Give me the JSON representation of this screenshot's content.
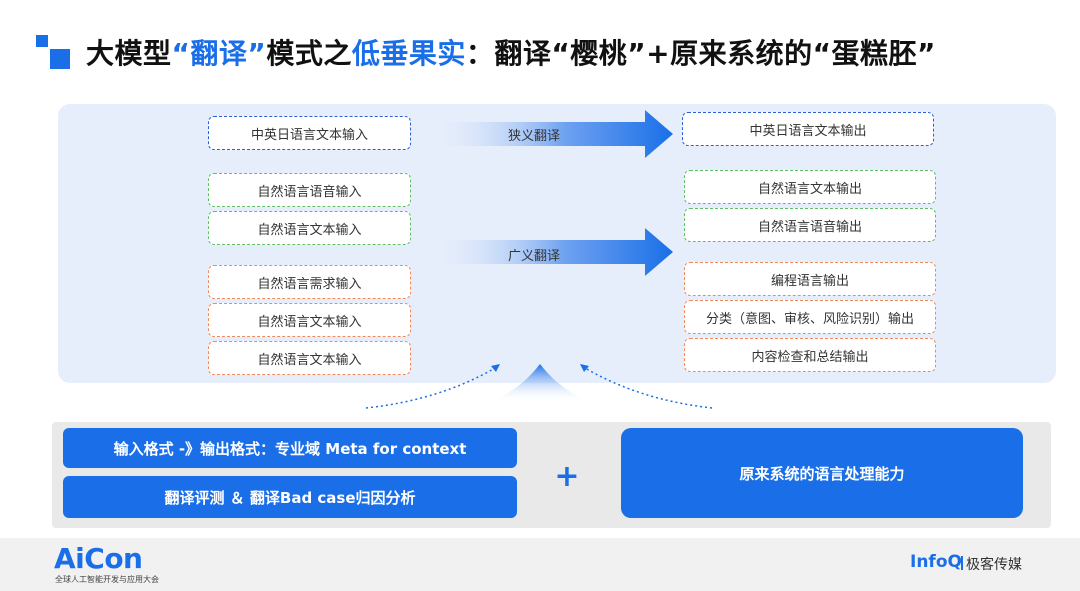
{
  "title": {
    "part1": "大模型",
    "part2": "“翻译”",
    "part3": "模式之",
    "part4": "低垂果实",
    "part5": "：翻译“樱桃”+原来系统的“蛋糕胚”"
  },
  "colors": {
    "accent": "#1a6fe8",
    "blue_border": "#2b5fd9",
    "green_border": "#5fbf6a",
    "orange_border": "#f08a5d",
    "panel_bg": "#e6eefb"
  },
  "narrow": {
    "input": "中英日语言文本输入",
    "arrow_label": "狭义翻译",
    "output": "中英日语言文本输出"
  },
  "broad": {
    "arrow_label": "广义翻译",
    "inputs": [
      "自然语言语音输入",
      "自然语言文本输入",
      "自然语言需求输入",
      "自然语言文本输入",
      "自然语言文本输入"
    ],
    "outputs": [
      "自然语言文本输出",
      "自然语言语音输出",
      "编程语言输出",
      "分类（意图、审核、风险识别）输出",
      "内容检查和总结输出"
    ]
  },
  "bottom": {
    "bar1": "输入格式 -》输出格式：专业域 Meta for context",
    "bar2": "翻译评测 ＆ 翻译Bad case归因分析",
    "plus": "+",
    "bar3": "原来系统的语言处理能力"
  },
  "footer": {
    "aicon": "AiCon",
    "aicon_sub": "全球人工智能开发与应用大会",
    "infoq": "InfoQ",
    "infoq_name": "极客传媒"
  }
}
